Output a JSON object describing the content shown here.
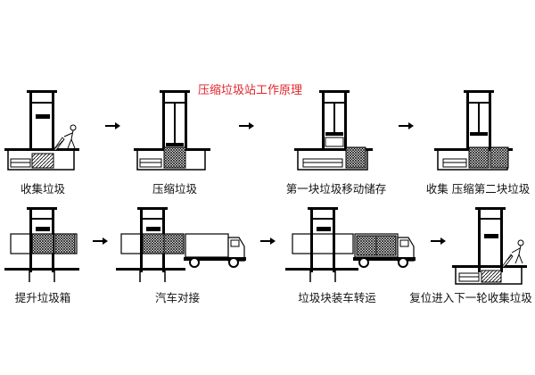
{
  "title": "压缩垃圾站工作原理",
  "steps": [
    {
      "label": "收集垃圾"
    },
    {
      "label": "压缩垃圾"
    },
    {
      "label": "第一块垃圾移动储存"
    },
    {
      "label": "收集  压缩第二块垃圾"
    },
    {
      "label": "提升垃圾箱"
    },
    {
      "label": "汽车对接"
    },
    {
      "label": "垃圾块装车转运"
    },
    {
      "label": "复位进入下一轮收集垃圾"
    }
  ],
  "colors": {
    "title": "#e0262b",
    "line": "#000000"
  }
}
